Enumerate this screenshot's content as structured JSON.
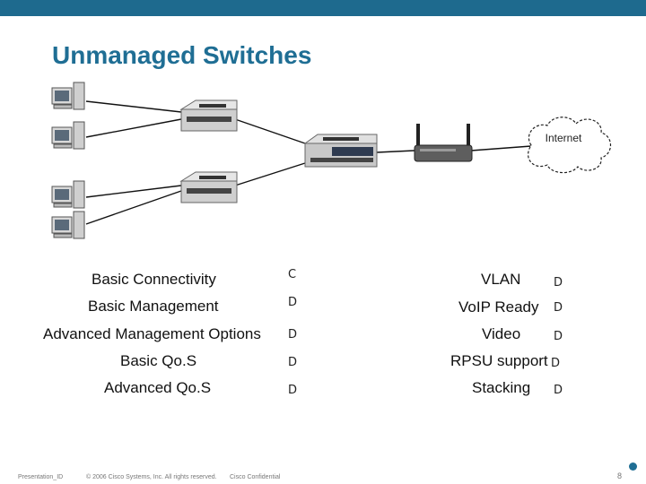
{
  "header": {
    "title": "Unmanaged Switches"
  },
  "diagram": {
    "cloud_label": "Internet"
  },
  "features_left": [
    {
      "label": "Basic Connectivity",
      "mark": "C"
    },
    {
      "label": "Basic Management",
      "mark": "D"
    },
    {
      "label": "Advanced Management Options",
      "mark": "D"
    },
    {
      "label": "Basic Qo.S",
      "mark": "D"
    },
    {
      "label": "Advanced Qo.S",
      "mark": "D"
    }
  ],
  "features_right": [
    {
      "label": "VLAN",
      "mark": "D"
    },
    {
      "label": "VoIP Ready",
      "mark": "D"
    },
    {
      "label": "Video",
      "mark": "D"
    },
    {
      "label": "RPSU support",
      "mark": "D"
    },
    {
      "label": "Stacking",
      "mark": "D"
    }
  ],
  "footer": {
    "presentation_id": "Presentation_ID",
    "copyright": "© 2006 Cisco Systems, Inc. All rights reserved.",
    "confidential": "Cisco Confidential",
    "page_number": "8"
  },
  "colors": {
    "brand": "#1f6e94",
    "topbar": "#1e6a8e"
  }
}
